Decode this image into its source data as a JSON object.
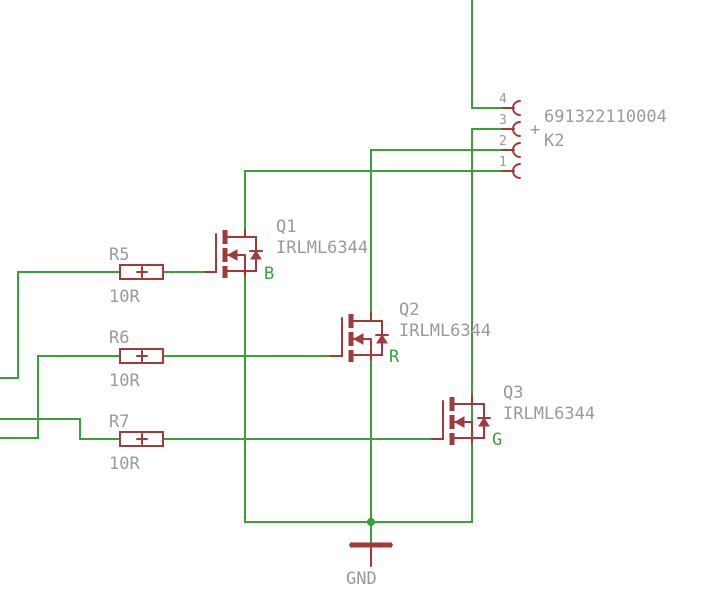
{
  "connector": {
    "value": "691322110004",
    "name": "K2",
    "pins": [
      "4",
      "3",
      "2",
      "1"
    ],
    "plus": "+"
  },
  "transistors": [
    {
      "name": "Q1",
      "value": "IRLML6344",
      "net": "B"
    },
    {
      "name": "Q2",
      "value": "IRLML6344",
      "net": "R"
    },
    {
      "name": "Q3",
      "value": "IRLML6344",
      "net": "G"
    }
  ],
  "resistors": [
    {
      "name": "R5",
      "value": "10R"
    },
    {
      "name": "R6",
      "value": "10R"
    },
    {
      "name": "R7",
      "value": "10R"
    }
  ],
  "ground": {
    "label": "GND"
  },
  "colors": {
    "wire": "#3aa03a",
    "symbol": "#a23a3a",
    "label": "#9a9a9a"
  }
}
